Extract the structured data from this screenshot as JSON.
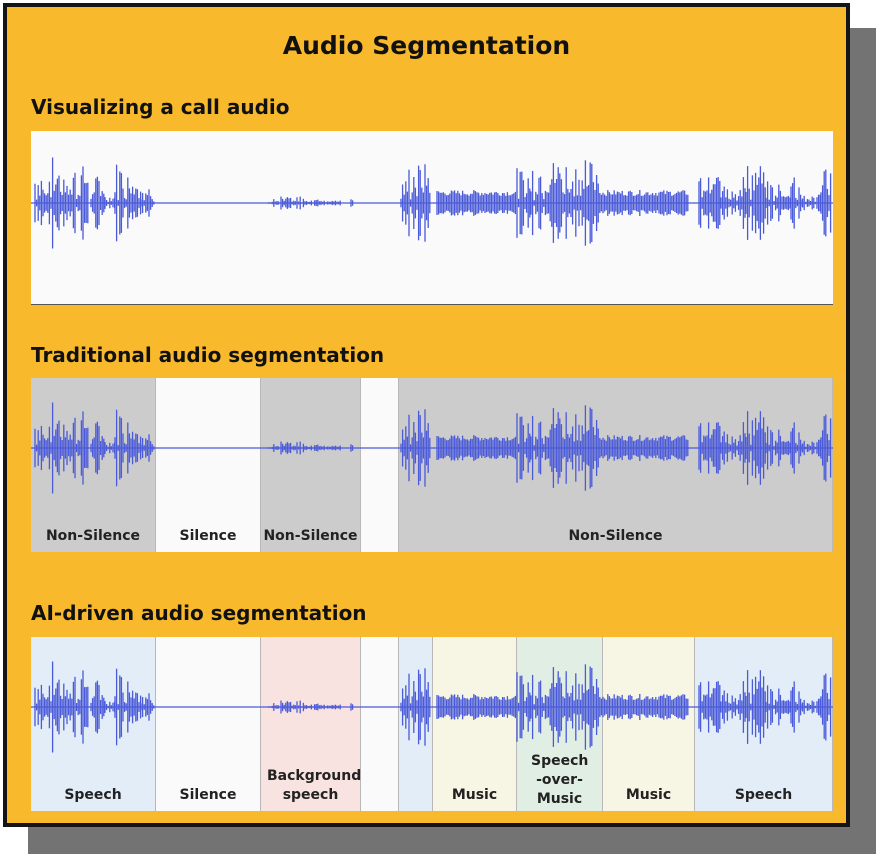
{
  "title": "Audio Segmentation",
  "sections": [
    {
      "heading": "Visualizing a call audio"
    },
    {
      "heading": "Traditional audio segmentation",
      "segments": [
        {
          "label": "Non-Silence",
          "color": "#cccccc"
        },
        {
          "label": "Silence",
          "color": "#fafafa"
        },
        {
          "label": "Non-Silence",
          "color": "#cccccc"
        },
        {
          "label": "",
          "color": "#fafafa"
        },
        {
          "label": "Non-Silence",
          "color": "#cccccc"
        }
      ]
    },
    {
      "heading": "AI-driven audio segmentation",
      "segments": [
        {
          "label": "Speech",
          "color": "#e2edf8"
        },
        {
          "label": "Silence",
          "color": "#fafafa"
        },
        {
          "label": "Background speech",
          "color": "#f9e3e0"
        },
        {
          "label": "",
          "color": "#fafafa"
        },
        {
          "label": "",
          "color": "#e2edf8"
        },
        {
          "label": "Music",
          "color": "#f7f5e3"
        },
        {
          "label": "Speech -over- Music",
          "color": "#e1eee4"
        },
        {
          "label": "Music",
          "color": "#f7f5e3"
        },
        {
          "label": "Speech",
          "color": "#e2edf8"
        }
      ]
    }
  ],
  "colors": {
    "background": "#f8b92c",
    "waveform": "#4a5ad8",
    "border": "#141414"
  }
}
